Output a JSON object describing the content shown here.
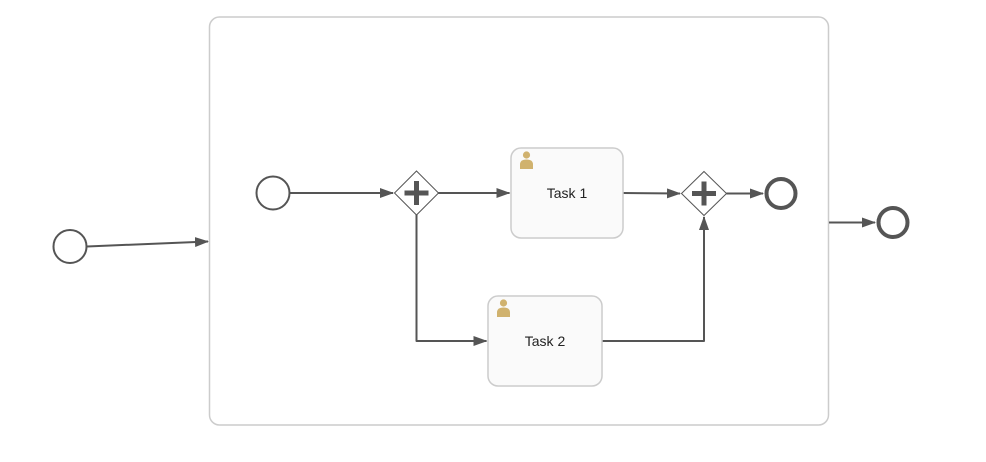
{
  "diagram": {
    "type": "bpmn-process-diagram",
    "colors": {
      "canvas_bg": "#ffffff",
      "flow_stroke": "#555555",
      "shape_border": "#cccccc",
      "task_fill": "#fafafa",
      "subprocess_fill": "#ffffff",
      "user_icon": "#d0b26e",
      "label_text": "#222222"
    },
    "subprocess": {
      "type": "expanded-subprocess",
      "label": ""
    },
    "tasks": [
      {
        "label": "Task 1",
        "type": "user-task",
        "icon": "user-icon"
      },
      {
        "label": "Task 2",
        "type": "user-task",
        "icon": "user-icon"
      }
    ],
    "gateways": [
      {
        "type": "parallel-gateway-split",
        "marker": "+",
        "icon": "plus-icon"
      },
      {
        "type": "parallel-gateway-join",
        "marker": "+",
        "icon": "plus-icon"
      }
    ],
    "events": [
      {
        "type": "start-event",
        "location": "outside-subprocess-left"
      },
      {
        "type": "start-event",
        "location": "inside-subprocess"
      },
      {
        "type": "end-event",
        "location": "inside-subprocess"
      },
      {
        "type": "end-event",
        "location": "outside-subprocess-right"
      }
    ],
    "flows": [
      "outer-start -> subprocess",
      "inner-start -> gateway-split",
      "gateway-split -> task-1",
      "gateway-split -> task-2",
      "task-1 -> gateway-join",
      "task-2 -> gateway-join",
      "gateway-join -> inner-end",
      "subprocess -> outer-end"
    ]
  }
}
